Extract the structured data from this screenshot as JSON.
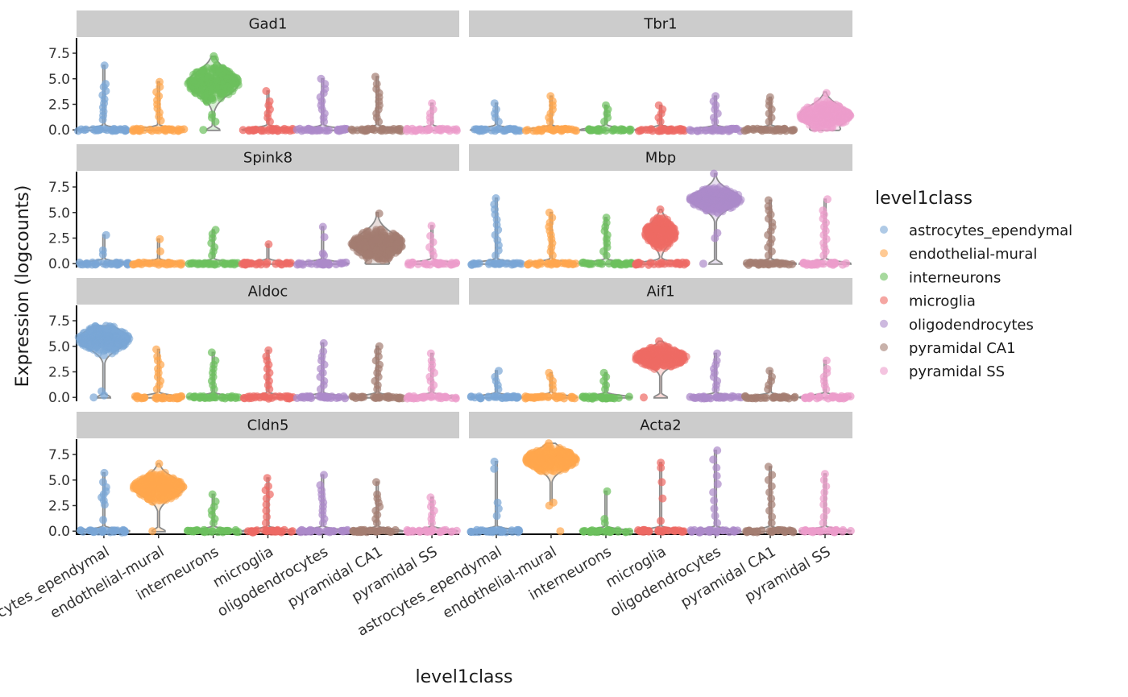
{
  "chart_data": {
    "type": "violin",
    "y_label": "Expression (logcounts)",
    "x_label": "level1class",
    "legend_title": "level1class",
    "legend_position": "right",
    "categories": [
      "astrocytes_ependymal",
      "endothelial-mural",
      "interneurons",
      "microglia",
      "oligodendrocytes",
      "pyramidal CA1",
      "pyramidal SS"
    ],
    "colors": [
      "#7AA6D6",
      "#FFA64D",
      "#6CC05E",
      "#EE6A64",
      "#AC8AC9",
      "#A47D72",
      "#EC9CCB"
    ],
    "y_range": [
      -0.3,
      9.0
    ],
    "y_ticks": [
      0.0,
      2.5,
      5.0,
      7.5
    ],
    "y_tick_labels": [
      "0.0",
      "2.5",
      "5.0",
      "7.5"
    ],
    "grid": false,
    "panels": [
      {
        "gene": "Gad1",
        "violins": [
          {
            "base": 0.5,
            "high": null,
            "points": [
              0,
              1.0,
              1.4,
              1.8,
              2.2,
              2.6,
              3.0,
              3.4,
              3.8,
              4.2,
              4.5,
              6.3
            ]
          },
          {
            "base": 0.5,
            "high": null,
            "points": [
              0,
              0.9,
              1.3,
              1.7,
              2.1,
              2.5,
              2.9,
              3.3,
              3.7,
              4.2,
              4.7
            ]
          },
          {
            "base": 0.0,
            "high": {
              "center": 4.6,
              "spread": 1.6,
              "width": 0.95,
              "min": 0.0,
              "max": 7.2
            },
            "points": [
              0.0,
              0.8,
              1.2,
              1.5,
              6.9,
              7.2
            ]
          },
          {
            "base": 0.5,
            "high": null,
            "points": [
              0,
              0.8,
              1.2,
              1.6,
              2.0,
              2.4,
              2.8,
              3.8
            ]
          },
          {
            "base": 0.5,
            "high": null,
            "points": [
              0,
              0.8,
              1.2,
              1.6,
              2.0,
              2.4,
              2.8,
              3.2,
              3.6,
              4.0,
              4.5,
              5.0
            ]
          },
          {
            "base": 0.5,
            "high": null,
            "points": [
              0,
              0.8,
              1.2,
              1.6,
              2.0,
              2.4,
              2.8,
              3.2,
              3.6,
              4.0,
              4.5,
              5.2
            ]
          },
          {
            "base": 0.5,
            "high": null,
            "points": [
              0,
              0.8,
              1.2,
              1.6,
              2.0,
              2.6
            ]
          }
        ]
      },
      {
        "gene": "Tbr1",
        "violins": [
          {
            "base": 0.5,
            "high": null,
            "points": [
              0,
              0.8,
              1.2,
              1.6,
              2.0,
              2.6
            ]
          },
          {
            "base": 0.5,
            "high": null,
            "points": [
              0,
              0.8,
              1.2,
              1.6,
              2.0,
              2.4,
              2.8,
              3.3
            ]
          },
          {
            "base": 0.5,
            "high": null,
            "points": [
              0,
              0.8,
              1.2,
              1.6,
              2.0,
              2.4
            ]
          },
          {
            "base": 0.5,
            "high": null,
            "points": [
              0,
              0.8,
              1.2,
              1.6,
              2.0,
              2.4
            ]
          },
          {
            "base": 0.5,
            "high": null,
            "points": [
              0,
              0.8,
              1.2,
              1.6,
              2.0,
              2.4,
              2.8,
              3.3
            ]
          },
          {
            "base": 0.5,
            "high": null,
            "points": [
              0,
              0.8,
              1.2,
              1.6,
              2.0,
              2.4,
              2.8,
              3.2
            ]
          },
          {
            "base": 0.0,
            "high": {
              "center": 1.4,
              "spread": 1.3,
              "width": 0.95,
              "min": 0.0,
              "max": 3.7
            },
            "points": [
              3.6
            ]
          }
        ]
      },
      {
        "gene": "Spink8",
        "violins": [
          {
            "base": 0.5,
            "high": null,
            "points": [
              0,
              0.9,
              1.3,
              2.8
            ]
          },
          {
            "base": 0.5,
            "high": null,
            "points": [
              0,
              1.2,
              2.4
            ]
          },
          {
            "base": 0.5,
            "high": null,
            "points": [
              0,
              0.8,
              1.2,
              1.6,
              2.0,
              2.5,
              2.9,
              3.3
            ]
          },
          {
            "base": 0.5,
            "high": null,
            "points": [
              0,
              1.9
            ]
          },
          {
            "base": 0.5,
            "high": null,
            "points": [
              0,
              0.8,
              1.0,
              2.6,
              3.6
            ]
          },
          {
            "base": 0.0,
            "high": {
              "center": 1.9,
              "spread": 1.5,
              "width": 0.95,
              "min": 0.0,
              "max": 5.0
            },
            "points": [
              4.9
            ]
          },
          {
            "base": 0.5,
            "high": null,
            "points": [
              0,
              0.8,
              1.2,
              1.6,
              2.1,
              2.7,
              3.7
            ]
          }
        ]
      },
      {
        "gene": "Mbp",
        "violins": [
          {
            "base": 0.5,
            "high": null,
            "points": [
              0,
              0.8,
              1.3,
              1.8,
              2.3,
              2.8,
              3.3,
              3.8,
              4.3,
              4.8,
              5.3,
              5.8,
              6.4
            ]
          },
          {
            "base": 0.5,
            "high": null,
            "points": [
              0,
              0.8,
              1.2,
              1.6,
              2.0,
              2.4,
              2.8,
              3.2,
              3.6,
              4.0,
              4.5,
              5.0
            ]
          },
          {
            "base": 0.5,
            "high": null,
            "points": [
              0,
              0.8,
              1.2,
              1.6,
              2.0,
              2.4,
              2.8,
              3.2,
              3.6,
              4.0,
              4.5
            ]
          },
          {
            "base": 0.6,
            "high": {
              "center": 3.0,
              "spread": 1.4,
              "width": 0.6,
              "min": 0.4,
              "max": 5.3
            },
            "points": [
              5.3
            ]
          },
          {
            "base": 0.0,
            "high": {
              "center": 6.3,
              "spread": 1.2,
              "width": 0.95,
              "min": 0.0,
              "max": 8.8
            },
            "points": [
              0.0,
              2.5,
              3.0,
              8.8
            ]
          },
          {
            "base": 0.5,
            "high": null,
            "points": [
              0,
              0.8,
              1.2,
              1.6,
              2.0,
              2.4,
              2.8,
              3.2,
              3.6,
              4.0,
              4.4,
              4.8,
              5.2,
              5.6,
              6.2
            ]
          },
          {
            "base": 0.5,
            "high": null,
            "points": [
              0,
              0.8,
              1.2,
              1.6,
              2.0,
              2.4,
              2.8,
              3.2,
              3.6,
              4.0,
              4.4,
              4.8,
              5.2,
              6.3
            ]
          }
        ]
      },
      {
        "gene": "Aldoc",
        "violins": [
          {
            "base": 0.0,
            "high": {
              "center": 5.7,
              "spread": 1.3,
              "width": 0.95,
              "min": 0.0,
              "max": 7.0
            },
            "points": [
              0.0,
              0.2,
              0.6,
              7.0
            ]
          },
          {
            "base": 0.5,
            "high": null,
            "points": [
              0,
              0.8,
              1.2,
              1.6,
              2.0,
              2.4,
              2.8,
              3.2,
              3.6,
              4.0,
              4.7
            ]
          },
          {
            "base": 0.5,
            "high": null,
            "points": [
              0,
              0.8,
              1.2,
              1.6,
              2.0,
              2.4,
              2.8,
              3.2,
              3.6,
              4.4
            ]
          },
          {
            "base": 0.5,
            "high": null,
            "points": [
              0,
              0.8,
              1.2,
              1.6,
              2.0,
              2.4,
              2.8,
              3.2,
              3.6,
              4.0,
              4.6
            ]
          },
          {
            "base": 0.5,
            "high": null,
            "points": [
              0,
              0.8,
              1.2,
              1.6,
              2.0,
              2.4,
              2.8,
              3.2,
              3.6,
              4.0,
              4.5,
              5.3
            ]
          },
          {
            "base": 0.5,
            "high": null,
            "points": [
              0,
              0.8,
              1.2,
              1.6,
              2.0,
              2.4,
              2.8,
              3.2,
              3.6,
              4.0,
              4.5,
              5.0
            ]
          },
          {
            "base": 0.5,
            "high": null,
            "points": [
              0,
              0.8,
              1.2,
              1.6,
              2.0,
              2.4,
              2.8,
              3.2,
              3.6,
              4.3
            ]
          }
        ]
      },
      {
        "gene": "Aif1",
        "violins": [
          {
            "base": 0.5,
            "high": null,
            "points": [
              0,
              0.8,
              1.2,
              1.6,
              2.0,
              2.6
            ]
          },
          {
            "base": 0.5,
            "high": null,
            "points": [
              0,
              0.8,
              1.2,
              1.6,
              2.0,
              2.4
            ]
          },
          {
            "base": 0.5,
            "high": null,
            "points": [
              0,
              0.8,
              1.2,
              1.6,
              2.0,
              2.4
            ]
          },
          {
            "base": 0.0,
            "high": {
              "center": 3.9,
              "spread": 1.0,
              "width": 0.95,
              "min": 0.0,
              "max": 5.5
            },
            "points": [
              0.0,
              5.5
            ]
          },
          {
            "base": 0.5,
            "high": null,
            "points": [
              0,
              0.8,
              1.2,
              1.6,
              2.0,
              2.4,
              2.8,
              3.2,
              3.6,
              4.3
            ]
          },
          {
            "base": 0.5,
            "high": null,
            "points": [
              0,
              0.8,
              1.2,
              1.6,
              2.0,
              2.6
            ]
          },
          {
            "base": 0.5,
            "high": null,
            "points": [
              0,
              0.8,
              1.2,
              1.6,
              2.0,
              2.4,
              2.8,
              3.6
            ]
          }
        ]
      },
      {
        "gene": "Cldn5",
        "violins": [
          {
            "base": 0.5,
            "high": null,
            "points": [
              0,
              1.1,
              2.6,
              3.0,
              3.3,
              3.6,
              3.9,
              4.3,
              4.8,
              5.7
            ]
          },
          {
            "base": 0.0,
            "high": {
              "center": 4.3,
              "spread": 1.3,
              "width": 0.95,
              "min": 0.0,
              "max": 6.6
            },
            "points": [
              0.0,
              6.6
            ]
          },
          {
            "base": 0.5,
            "high": null,
            "points": [
              0,
              0.8,
              1.2,
              1.6,
              2.0,
              2.4,
              2.9,
              3.6
            ]
          },
          {
            "base": 0.5,
            "high": null,
            "points": [
              0,
              0.8,
              1.4,
              2.0,
              2.6,
              3.2,
              3.6,
              4.0,
              4.4,
              5.2
            ]
          },
          {
            "base": 0.5,
            "high": null,
            "points": [
              0,
              0.8,
              1.2,
              1.6,
              2.0,
              2.4,
              2.8,
              3.2,
              3.6,
              4.0,
              4.5,
              5.5
            ]
          },
          {
            "base": 0.5,
            "high": null,
            "points": [
              0,
              0.8,
              1.2,
              1.6,
              2.0,
              2.4,
              2.8,
              3.2,
              3.6,
              4.8
            ]
          },
          {
            "base": 0.5,
            "high": null,
            "points": [
              0,
              0.8,
              1.2,
              1.6,
              2.0,
              2.4,
              2.8,
              3.3
            ]
          }
        ]
      },
      {
        "gene": "Acta2",
        "violins": [
          {
            "base": 0.5,
            "high": null,
            "points": [
              0,
              1.5,
              2.2,
              2.8,
              6.1,
              6.8
            ]
          },
          {
            "base": 0.0,
            "high": {
              "center": 7.0,
              "spread": 1.2,
              "width": 0.95,
              "min": 2.6,
              "max": 8.6
            },
            "points": [
              0.0,
              2.5,
              2.8,
              8.6
            ]
          },
          {
            "base": 0.5,
            "high": null,
            "points": [
              0,
              0.8,
              1.2,
              3.9
            ]
          },
          {
            "base": 0.5,
            "high": null,
            "points": [
              0,
              1.0,
              3.2,
              4.8,
              6.2,
              6.7
            ]
          },
          {
            "base": 0.5,
            "high": null,
            "points": [
              0,
              0.8,
              1.5,
              2.2,
              3.0,
              3.8,
              4.6,
              5.4,
              6.2,
              7.0,
              7.9
            ]
          },
          {
            "base": 0.5,
            "high": null,
            "points": [
              0,
              0.8,
              1.4,
              2.0,
              2.6,
              3.2,
              3.8,
              4.4,
              5.0,
              5.5,
              6.3
            ]
          },
          {
            "base": 0.5,
            "high": null,
            "points": [
              0,
              0.8,
              1.4,
              2.0,
              2.6,
              3.2,
              3.8,
              4.4,
              5.0,
              5.6
            ]
          }
        ]
      }
    ]
  }
}
